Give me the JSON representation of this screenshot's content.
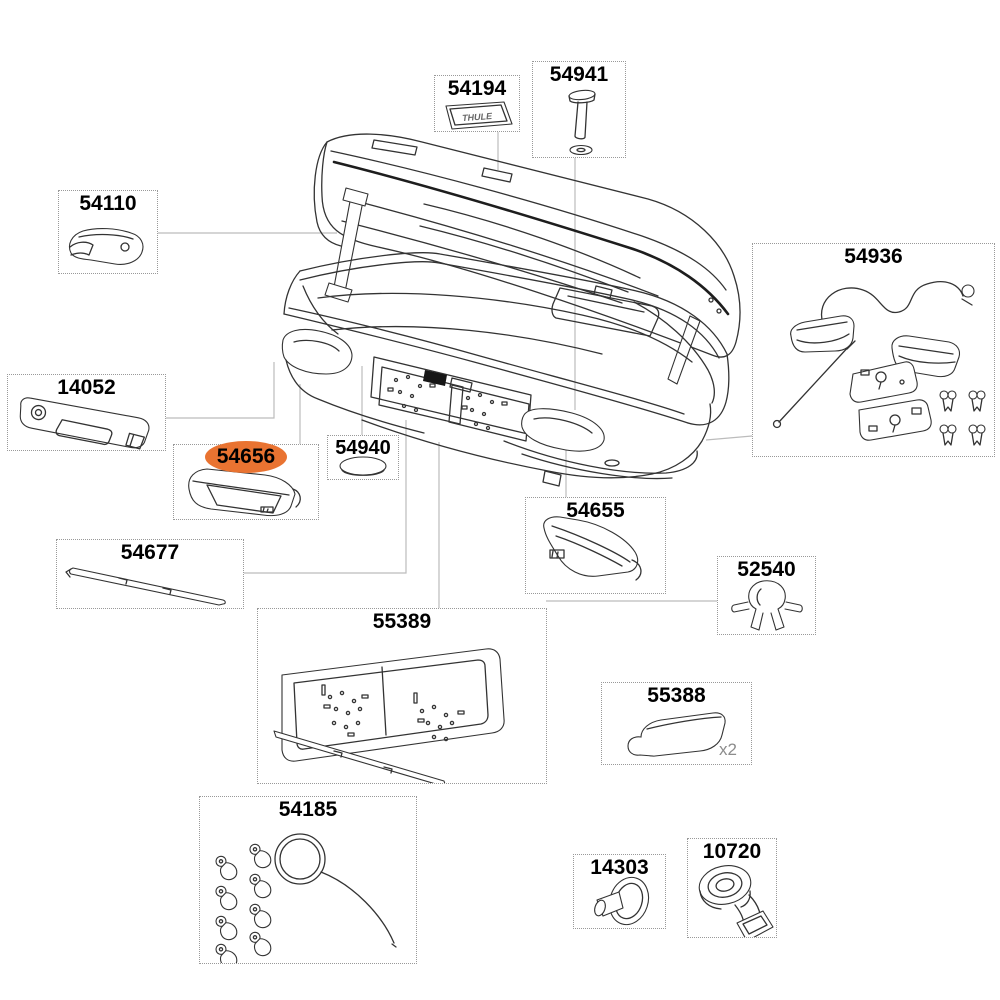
{
  "diagram": {
    "type": "exploded-parts-diagram",
    "subject": "roof cargo box assembly",
    "brand_mark": "THULE",
    "highlight_color": "#E97331",
    "line_color": "#333333",
    "leader_color": "#bcbcbc",
    "box_border_color": "#999999"
  },
  "parts": [
    {
      "number": "54110",
      "highlighted": false
    },
    {
      "number": "54194",
      "highlighted": false
    },
    {
      "number": "54941",
      "highlighted": false
    },
    {
      "number": "54936",
      "highlighted": false
    },
    {
      "number": "14052",
      "highlighted": false
    },
    {
      "number": "54656",
      "highlighted": true
    },
    {
      "number": "54940",
      "highlighted": false
    },
    {
      "number": "54677",
      "highlighted": false
    },
    {
      "number": "54655",
      "highlighted": false
    },
    {
      "number": "52540",
      "highlighted": false
    },
    {
      "number": "55389",
      "highlighted": false
    },
    {
      "number": "55388",
      "highlighted": false,
      "qty_note": "x2"
    },
    {
      "number": "54185",
      "highlighted": false
    },
    {
      "number": "14303",
      "highlighted": false
    },
    {
      "number": "10720",
      "highlighted": false
    }
  ]
}
